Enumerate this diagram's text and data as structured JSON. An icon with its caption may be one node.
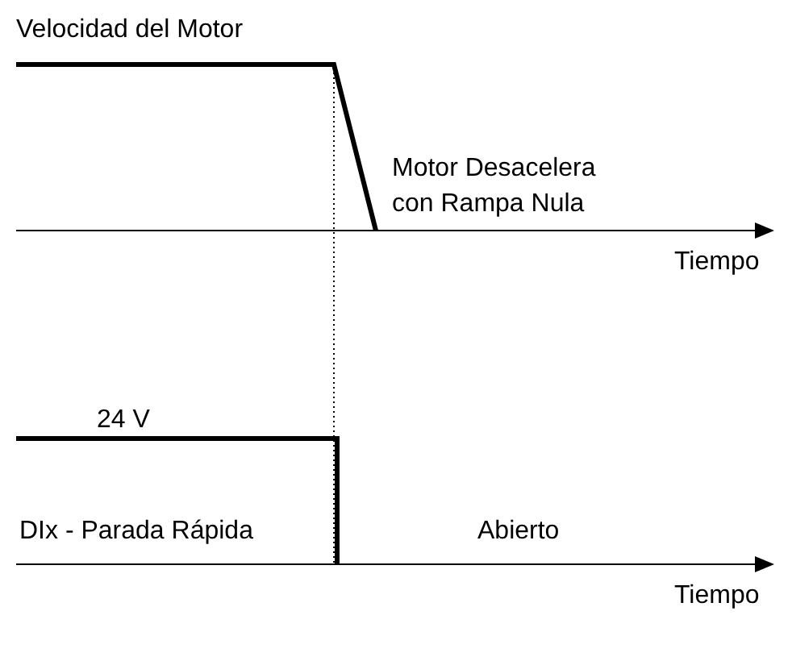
{
  "diagram": {
    "labels": [
      "Velocidad del Motor",
      "Motor Desacelera con Rampa Nula",
      "Tiempo",
      "24 V",
      "DIx - Parada Rápida",
      "Abierto",
      "Tiempo"
    ]
  }
}
